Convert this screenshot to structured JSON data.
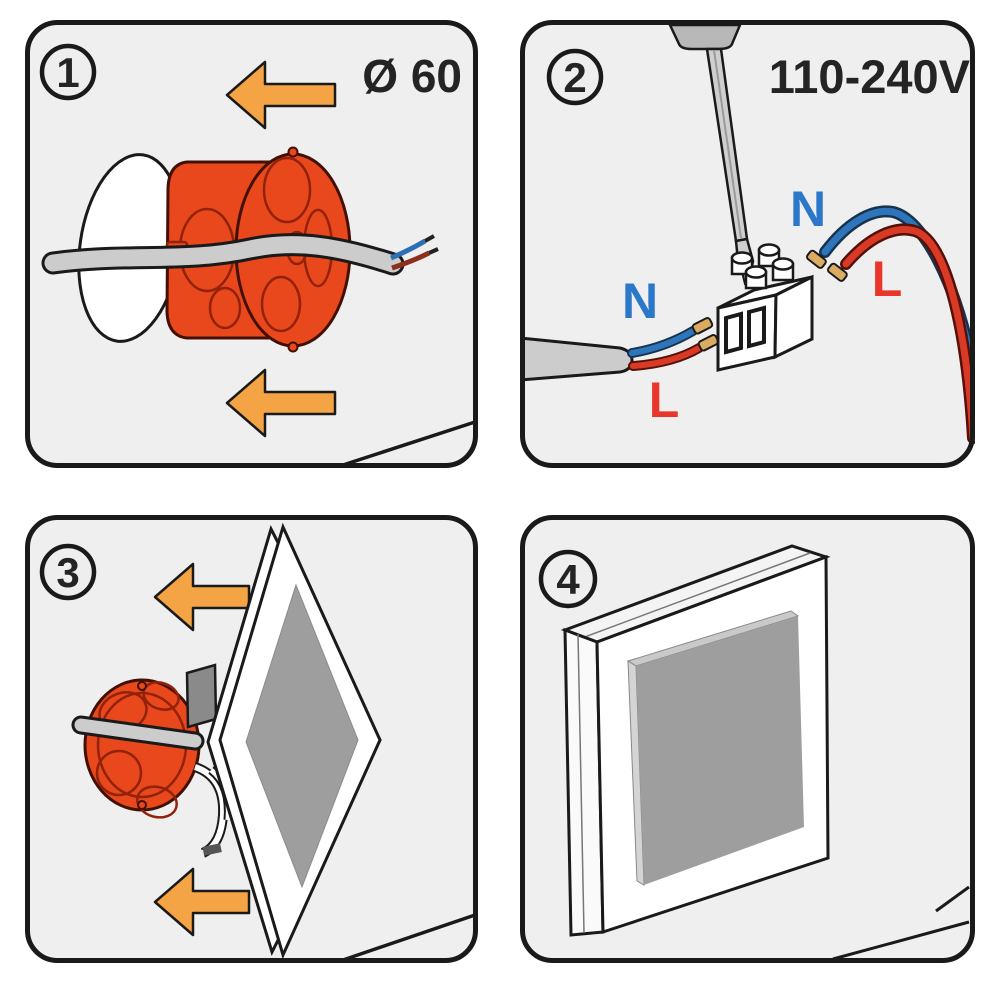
{
  "figure": {
    "type": "installation-instruction-diagram",
    "subject": "flush-mount wall light installation",
    "steps_count": 4
  },
  "colors": {
    "panel_background": "#efefef",
    "outline": "#1a1a1a",
    "text_dark": "#242424",
    "box_red": "#e8481c",
    "box_line_red": "#92220a",
    "arrow_orange": "#f4a444",
    "cable_gray": "#cccccc",
    "wire_blue": "#2f75bc",
    "wire_red": "#d93a26",
    "label_blue": "#2b78ca",
    "label_red": "#e8372a",
    "ferrule_brass": "#dcab62",
    "plate_white": "#ffffff",
    "window_gray": "#9e9e9e"
  },
  "panels": [
    {
      "step": "1",
      "annotation": "Ø 60"
    },
    {
      "step": "2",
      "annotation": "110-240V",
      "wire_labels": {
        "supply_neutral": "N",
        "supply_live": "L",
        "fixture_neutral": "N",
        "fixture_live": "L"
      }
    },
    {
      "step": "3"
    },
    {
      "step": "4"
    }
  ]
}
